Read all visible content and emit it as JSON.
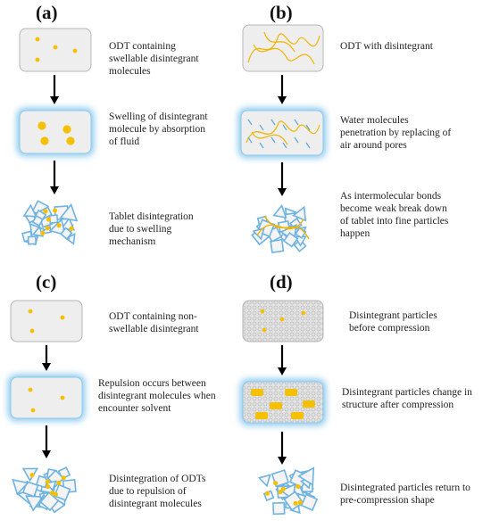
{
  "panels": [
    {
      "id": "a",
      "label": "(a)",
      "captions": [
        "ODT containing\nswellable disintegrant\nmolecules",
        "Swelling of disintegrant\nmolecule by absorption\nof fluid",
        "Tablet disintegration\ndue to swelling\nmechanism"
      ]
    },
    {
      "id": "b",
      "label": "(b)",
      "captions": [
        "ODT with disintegrant",
        "Water molecules\npenetration by replacing of\nair around pores",
        "As intermolecular bonds\nbecome weak break down\nof tablet into fine particles\nhappen"
      ]
    },
    {
      "id": "c",
      "label": "(c)",
      "captions": [
        "ODT containing non-\nswellable disintegrant",
        "Repulsion occurs between\ndisintegrant molecules when\nencounter solvent",
        "Disintegration of ODTs\ndue to repulsion of\ndisintegrant molecules"
      ]
    },
    {
      "id": "d",
      "label": "(d)",
      "captions": [
        "Disintegrant particles\nbefore compression",
        "Disintegrant particles change in\nstructure after compression",
        "Disintegrated particles return to\npre-compression shape"
      ]
    }
  ],
  "colors": {
    "tablet_fill": "#eeeeee",
    "tablet_stroke": "#b5b5b5",
    "glow": "#5fb4e6",
    "particle": "#f5c000",
    "fiber": "#f0b400",
    "water": "#5aa8d8",
    "fragment_stroke": "#6fb3e0",
    "arrow": "#000000"
  }
}
